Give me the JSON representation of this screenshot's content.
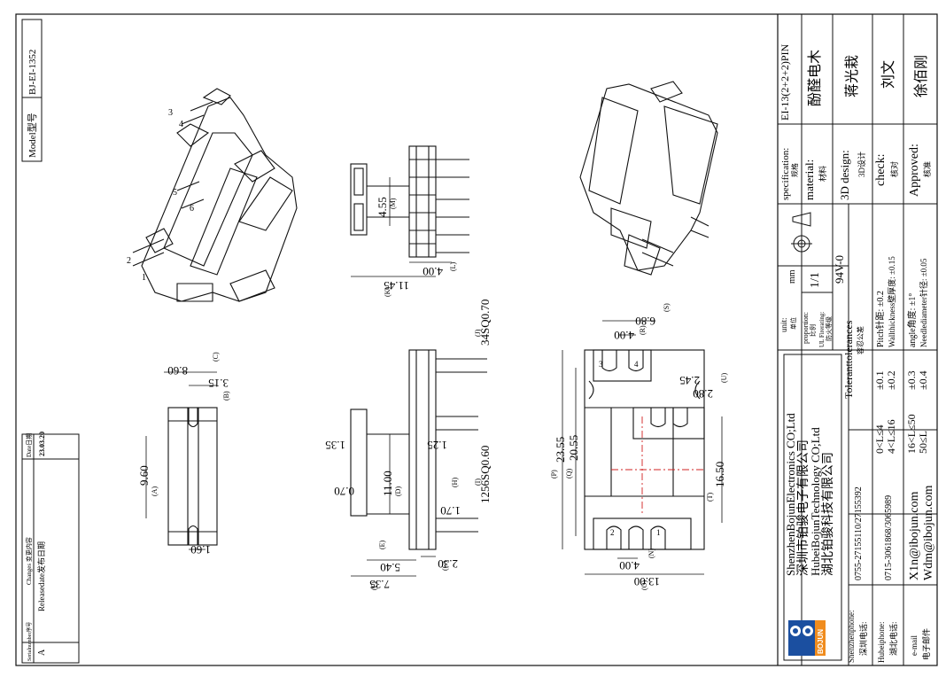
{
  "title_block": {
    "model_label": "Model型号",
    "model_value": "BJ-EI-1352",
    "spec_label": "specification:",
    "spec_label_cn": "规格",
    "spec_value": "EI-13(2+2+2)PIN",
    "material_label": "material:",
    "material_label_cn": "材料",
    "material_value": "酚醛电木",
    "design_label": "3D design:",
    "design_label_cn": "3D设计",
    "design_value": "蒋光栽",
    "check_label": "check:",
    "check_label_cn": "核对",
    "check_value": "刘文",
    "approved_label": "Approved:",
    "approved_label_cn": "核准",
    "approved_value": "徐佰刚",
    "unit_label": "unit:",
    "unit_label_cn": "单位",
    "unit_value": "mm",
    "proportion_label": "proportion:",
    "proportion_label_cn": "比例",
    "proportion_value": "1/1",
    "fire_label": "UL Firerating:",
    "fire_label_cn": "防火等级",
    "fire_value": "94V-0",
    "tol_title": "Toleranttolerances",
    "tol_title_cn": "容忍公差",
    "tol_rows": [
      {
        "range": "0<L≤4",
        "value": "±0.1"
      },
      {
        "range": "4<L≤16",
        "value": "±0.2"
      },
      {
        "range": "16<L≤50",
        "value": "±0.3"
      },
      {
        "range": "50≤L",
        "value": "±0.4"
      }
    ],
    "tol_notes": [
      "Pitch针距: ±0.2",
      "Wallthickness壁厚度: ±0.15",
      "angle角度: ±1°",
      "Needlediameter针径: ±0.05"
    ],
    "company_lines": [
      "ShenzhenBojunElectronics CO;Ltd",
      "深圳市铂骏电子有限公司",
      "HubeiBojunTechnology CO;Ltd",
      "湖北铂骏科技有限公司"
    ],
    "logo_text": "BOJUN",
    "contacts": [
      {
        "label": "Shenzhenphone:",
        "label_cn": "深圳电话:",
        "value": "0755-27155110/27155392"
      },
      {
        "label": "Hubeiphone:",
        "label_cn": "湖北电话:",
        "value": "0715-3061868/3065989"
      },
      {
        "label": "e-mail",
        "label_cn": "电子邮件",
        "value": "X1n@ibojun.com",
        "value2": "Wdm@ibojun.com"
      }
    ]
  },
  "revision": {
    "head_serial": "Serialnumber序号",
    "head_changes": "Changes 变更内容",
    "head_date": "Date日期",
    "row_serial": "A",
    "row_change": "Releasedate发布日期",
    "row_date": "23.03.20"
  },
  "pin_numbers": [
    "1",
    "2",
    "3",
    "4",
    "5",
    "6"
  ],
  "dims": {
    "top_left": [
      {
        "value": "9.60",
        "tag": "(A)"
      },
      {
        "value": "8.60",
        "tag": "(C)"
      },
      {
        "value": "3.15",
        "tag": "(B)"
      },
      {
        "value": "1.60",
        "tag": ""
      }
    ],
    "side": [
      {
        "value": "11.45",
        "tag": "(K)"
      },
      {
        "value": "4.00",
        "tag": "(L)"
      },
      {
        "value": "4.55",
        "tag": "(M)"
      }
    ],
    "front": [
      {
        "value": "34SQ0.70",
        "tag": "(J)"
      },
      {
        "value": "1256SQ0.60",
        "tag": "(I)"
      },
      {
        "value": "1.35",
        "tag": ""
      },
      {
        "value": "1.25",
        "tag": ""
      },
      {
        "value": "11.00",
        "tag": "(D)"
      },
      {
        "value": "0.70",
        "tag": ""
      },
      {
        "value": "1.70",
        "tag": "(H)"
      },
      {
        "value": "5.40",
        "tag": "(E)"
      },
      {
        "value": "7.35",
        "tag": "(F)"
      },
      {
        "value": "2.30",
        "tag": "(G)"
      }
    ],
    "bottom": [
      {
        "value": "6.80",
        "tag": "(S)"
      },
      {
        "value": "4.00",
        "tag": "(R)"
      },
      {
        "value": "2.45",
        "tag": ""
      },
      {
        "value": "2.80",
        "tag": "(U)"
      },
      {
        "value": "23.55",
        "tag": "(P)"
      },
      {
        "value": "20.55",
        "tag": "(Q)"
      },
      {
        "value": "16.50",
        "tag": "(T)"
      },
      {
        "value": "4.00",
        "tag": "(N)"
      },
      {
        "value": "13.00",
        "tag": "(O)"
      }
    ],
    "pin_labels_bottom": [
      "3",
      "4",
      "2",
      "1"
    ]
  },
  "colors": {
    "line": "#111111",
    "center": "#d02020",
    "logo_blue": "#1b4fa0",
    "logo_orange": "#f08c1e"
  }
}
